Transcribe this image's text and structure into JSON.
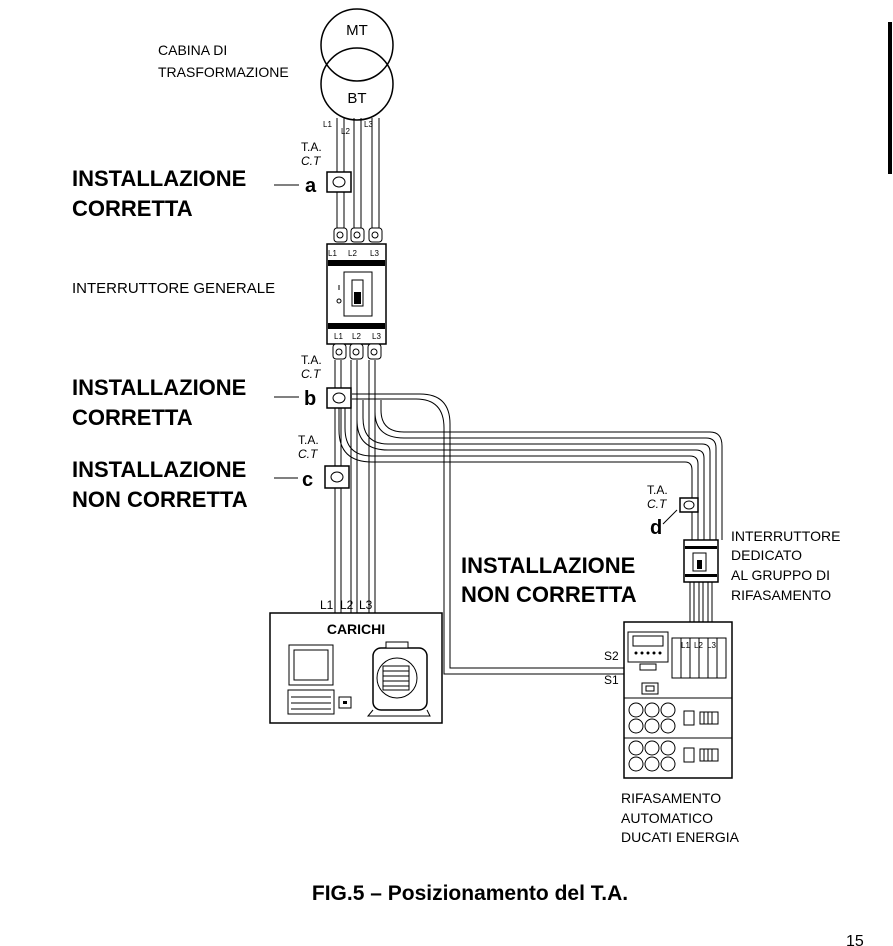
{
  "source": {
    "top": "MT",
    "bottom": "BT",
    "label_line1": "CABINA DI",
    "label_line2": "TRASFORMAZIONE"
  },
  "phases": [
    "L1",
    "L2",
    "L3"
  ],
  "ct_label": "T.A.",
  "ct_label_italic": "C.T",
  "main_breaker_label": "INTERRUTTORE GENERALE",
  "positions": [
    {
      "letter": "a",
      "line1": "INSTALLAZIONE",
      "line2": "CORRETTA"
    },
    {
      "letter": "b",
      "line1": "INSTALLAZIONE",
      "line2": "CORRETTA"
    },
    {
      "letter": "c",
      "line1": "INSTALLAZIONE",
      "line2": "NON CORRETTA"
    },
    {
      "letter": "d",
      "line1": "INSTALLAZIONE",
      "line2": "NON CORRETTA"
    }
  ],
  "loads_label": "CARICHI",
  "dedicated_breaker": [
    "INTERRUTTORE",
    "DEDICATO",
    "AL GRUPPO DI",
    "RIFASAMENTO"
  ],
  "terminals": [
    "S2",
    "S1"
  ],
  "pfc_unit": [
    "RIFASAMENTO",
    "AUTOMATICO",
    "DUCATI ENERGIA"
  ],
  "caption": "FIG.5 – Posizionamento del T.A.",
  "page_number": "15"
}
